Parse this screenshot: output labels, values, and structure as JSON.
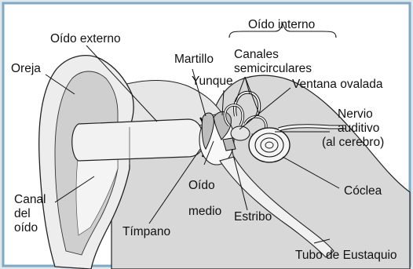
{
  "colors": {
    "background": "#dce7ee",
    "panel_border": "#7fa9c3",
    "tissue_light": "#f1f1f1",
    "tissue_mid": "#c9c9c9",
    "bone": "#d8d8d8",
    "line": "#222222"
  },
  "labels": {
    "oido_externo": "Oído externo",
    "oido_interno": "Oído interno",
    "oreja": "Oreja",
    "martillo": "Martillo",
    "canales_1": "Canales",
    "canales_2": "semicirculares",
    "yunque": "Yunque",
    "ventana_ovalada": "Ventana ovalada",
    "nervio_1": "Nervio",
    "nervio_2": "auditivo",
    "nervio_3": "(al cerebro)",
    "coclea": "Cóclea",
    "canal_1": "Canal",
    "canal_2": "del",
    "canal_3": "oído",
    "oido_medio_1": "Oído",
    "oido_medio_2": "medio",
    "estribo": "Estribo",
    "timpano": "Tímpano",
    "tubo_eustaquio": "Tubo de Eustaquio"
  }
}
